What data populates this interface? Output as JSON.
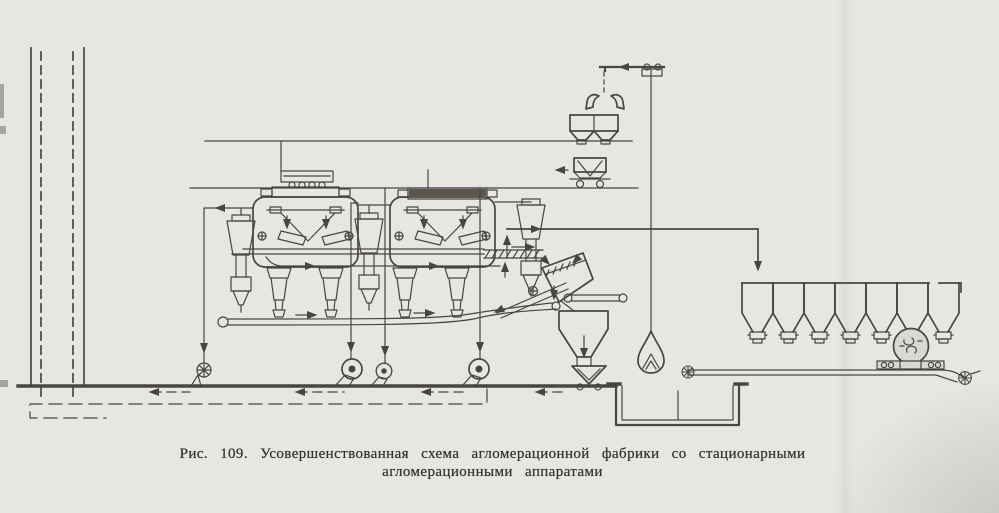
{
  "theme": {
    "paper": "#d8d9d3",
    "ink": "#49463e",
    "caption_ink": "#34322c"
  },
  "figure": {
    "caption_line1": "Рис. 109. Усовершенствованная схема агломерационной фабрики со стационарными",
    "caption_line2": "агломерационными аппаратами",
    "components": [
      "blast-furnace-incline",
      "return-fines-dashed-line",
      "floor-line",
      "gallery-rails",
      "charging-cart",
      "sintering-machine-1",
      "sintering-machine-2",
      "dust-cyclone-left",
      "dust-cyclone-middle",
      "dust-cyclone-right",
      "dust-hoppers",
      "exhaust-fans",
      "dust-collecting-conveyor",
      "hot-sinter-conveyor",
      "vibrating-screen",
      "fines-bin",
      "spreader-car",
      "grab-crane-trolley",
      "grab-bucket",
      "receiving-pit",
      "charge-hopper",
      "transfer-car",
      "raw-material-bunkers",
      "mixing-drum",
      "belt-conveyor"
    ]
  }
}
